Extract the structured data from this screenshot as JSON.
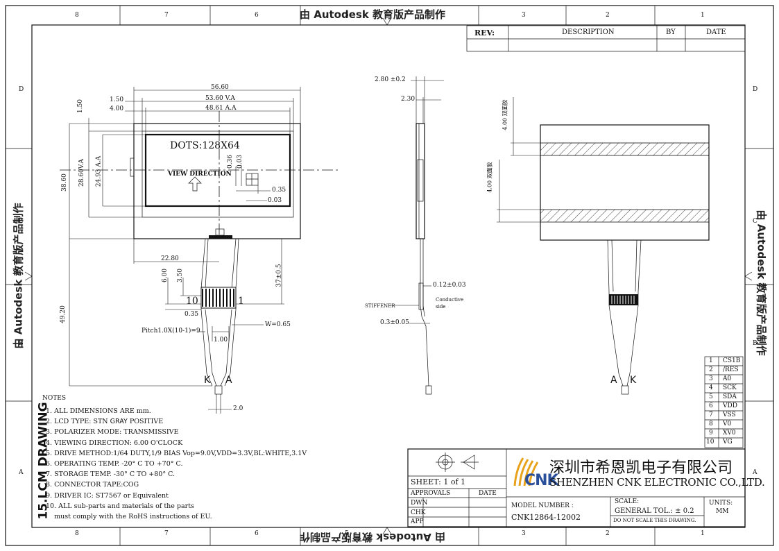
{
  "watermark": "由 Autodesk 教育版产品制作",
  "border_columns": [
    "8",
    "7",
    "6",
    "5",
    "4",
    "3",
    "2",
    "1"
  ],
  "border_rows": [
    "D",
    "C",
    "B",
    "A"
  ],
  "rev_table": {
    "rev": "REV:",
    "description": "DESCRIPTION",
    "by": "BY",
    "date": "DATE"
  },
  "front_view": {
    "dots_label": "DOTS:128X64",
    "view_direction": "VIEW DIRECTION",
    "dims": {
      "w_overall": "56.60",
      "w_va": "53.60 V.A",
      "w_aa": "48.61 A.A",
      "left_150": "1.50",
      "left_400": "4.00",
      "top_150": "1.50",
      "h_overall": "38.60",
      "h_va": "28.60V.A",
      "h_aa": "24.93 A.A",
      "pix_036": "0.36",
      "pix_003a": "0.03",
      "pix_035": "0.35",
      "pix_003b": "0.03",
      "w_2280": "22.80",
      "d_600": "6.00",
      "d_350": "3.50",
      "tail_37": "37±0.5",
      "h_4920": "49.20",
      "pin_035": "0.35",
      "pitch": "Pitch1.0X(10-1)=9",
      "w_065": "W=0.65",
      "w_100": "1.00",
      "w_20": "2.0"
    },
    "pin_left": "10",
    "pin_right": "1",
    "led_k": "K",
    "led_a": "A"
  },
  "side_view": {
    "d_280": "2.80 ±0.2",
    "d_230": "2.30",
    "d_012": "0.12±0.03",
    "conductive": "Conductive",
    "side": "side",
    "stiffener": "STIFFENER",
    "d_03": "0.3±0.05"
  },
  "back_view": {
    "tape_top": "4.00 双面胶",
    "tape_bottom": "4.00 双面胶",
    "led_a": "A",
    "led_k": "K"
  },
  "pin_table": [
    {
      "no": "1",
      "name": "CS1B"
    },
    {
      "no": "2",
      "name": "/RES"
    },
    {
      "no": "3",
      "name": "A0"
    },
    {
      "no": "4",
      "name": "SCK"
    },
    {
      "no": "5",
      "name": "SDA"
    },
    {
      "no": "6",
      "name": "VDD"
    },
    {
      "no": "7",
      "name": "VSS"
    },
    {
      "no": "8",
      "name": "V0"
    },
    {
      "no": "9",
      "name": "XV0"
    },
    {
      "no": "10",
      "name": "VG"
    }
  ],
  "notes": {
    "title": "NOTES",
    "vertical_title": "15.LCM DRAWING",
    "items": [
      {
        "pre": "1. ALL DIMENSIONS ARE mm.",
        "em": "",
        "post": ""
      },
      {
        "pre": "2. LCD TYPE: STN ",
        "em": "GRAY",
        "post": " POSITIVE"
      },
      {
        "pre": "3. POLARIZER MODE: TRANSMISSIVE",
        "em": "",
        "post": ""
      },
      {
        "pre": "4. VIEWING DIRECTION: 6.00 O'CLOCK",
        "em": "",
        "post": ""
      },
      {
        "pre": "5. DRIVE METHOD:1/64 DUTY,1/9 BIAS Vop=9.0V,VDD=3.3V,BL:WHITE,3.1V",
        "em": "",
        "post": ""
      },
      {
        "pre": "6. OPERATING TEMP. -20° C TO +70° C.",
        "em": "",
        "post": ""
      },
      {
        "pre": "7. STORAGE TEMP. -30° C TO +80° C.",
        "em": "",
        "post": ""
      },
      {
        "pre": "8. CONNECTOR TAPE:COG",
        "em": "",
        "post": ""
      },
      {
        "pre": "9. DRIVER IC: ST7567 or Equivalent",
        "em": "",
        "post": ""
      },
      {
        "pre": "10. ALL sub-parts and materials of the parts",
        "em": "",
        "post": ""
      },
      {
        "pre": "    must comply with the RoHS instructions of EU.",
        "em": "",
        "post": ""
      }
    ]
  },
  "title_block": {
    "sheet": "SHEET: 1 of 1",
    "approvals": "APPROVALS",
    "date": "DATE",
    "dwn": "DWN",
    "chk": "CHK",
    "app": "APP",
    "company_cn": "深圳市希恩凯电子有限公司",
    "company_en": "SHENZHEN CNK ELECTRONIC CO.,LTD.",
    "logo_text": "CNK",
    "model_label": "MODEL NUMBER :",
    "model": "CNK12864-12002",
    "scale": "SCALE:",
    "tol": "GENERAL TOL.: ± 0.2",
    "no_scale": "DO NOT SCALE THIS DRAWING.",
    "units": "UNITS:",
    "units_val": "MM"
  },
  "colors": {
    "line": "#111111",
    "logo_orange": "#e8a21a",
    "logo_blue": "#2a4f9a"
  }
}
